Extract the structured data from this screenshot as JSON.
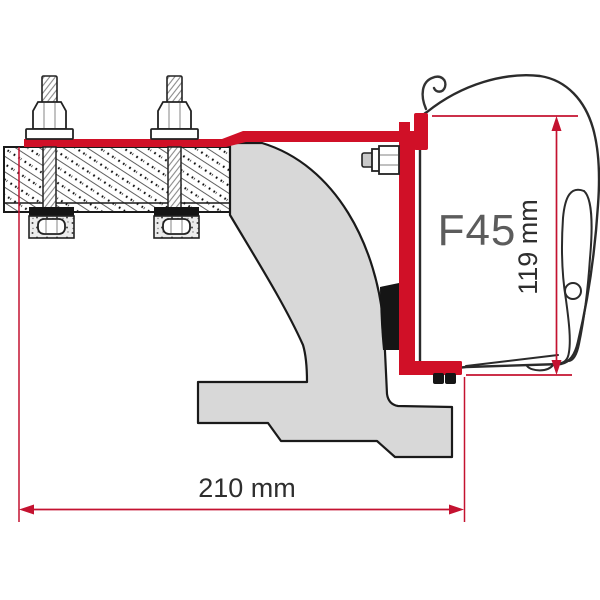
{
  "diagram": {
    "product_label": "F45",
    "dimensions": {
      "height_label": "119 mm",
      "width_label": "210 mm"
    },
    "colors": {
      "bracket_red": "#d01027",
      "dimension_red": "#c41230",
      "body_gray": "#d8d8d8",
      "case_outline": "#2b2b2b",
      "product_label_gray": "#5c5c5c",
      "dimension_text": "#2e2e2e"
    }
  }
}
